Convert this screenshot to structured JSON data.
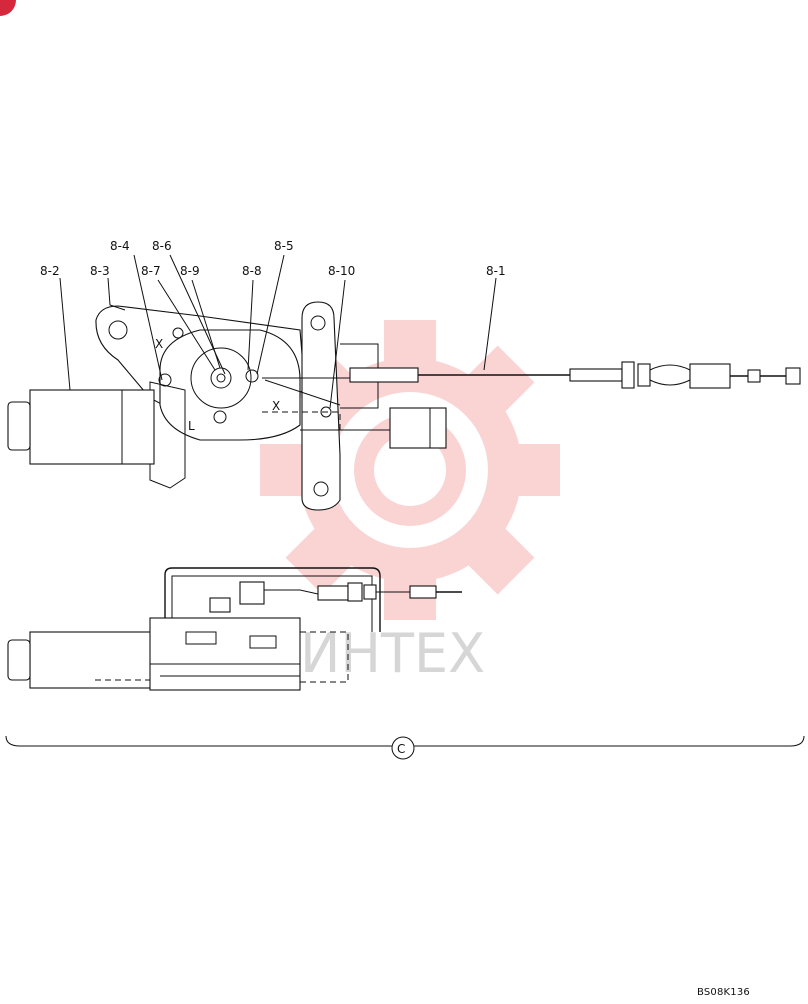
{
  "watermark": {
    "text": "ИНТЕХ",
    "color": "#f4a0a0"
  },
  "part_labels": [
    "8-1",
    "8-2",
    "8-3",
    "8-4",
    "8-5",
    "8-6",
    "8-7",
    "8-8",
    "8-9",
    "8-10"
  ],
  "view_marks": {
    "x_mark": "X",
    "l_mark": "L",
    "section_mark": "C"
  },
  "drawing_code": "BS08K136"
}
